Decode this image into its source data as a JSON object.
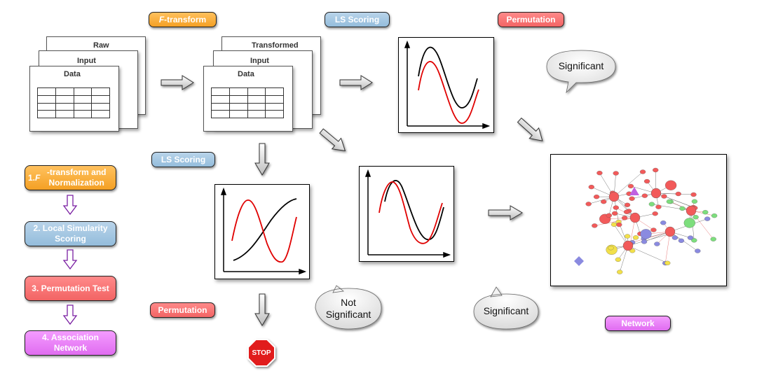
{
  "labels": {
    "f_transform": "F-transform",
    "f_transform_italic": "F",
    "f_transform_rest": "-transform",
    "ls_scoring_top": "LS Scoring",
    "permutation_top": "Permutation",
    "ls_scoring_left": "LS Scoring",
    "permutation_bottom": "Permutation",
    "network": "Network"
  },
  "raw_sheets": {
    "line1": "Raw",
    "line2": "Input",
    "line3": "Data"
  },
  "transformed_sheets": {
    "line1": "Transformed",
    "line2": "Input",
    "line3": "Data"
  },
  "bubbles": {
    "top_significant": "Significant",
    "not_significant_line1": "Not",
    "not_significant_line2": "Significant",
    "bottom_significant": "Significant"
  },
  "stop_sign": "STOP",
  "steps": [
    {
      "prefix": "1. ",
      "italic": "F",
      "text": "-transform and Normalization"
    },
    {
      "prefix": "",
      "italic": "",
      "text": "2. Local Simularity Scoring"
    },
    {
      "prefix": "",
      "italic": "",
      "text": "3. Permutation Test"
    },
    {
      "prefix": "",
      "italic": "",
      "text": "4. Association Network"
    }
  ],
  "colors": {
    "orange": "#f4a024",
    "blue": "#93bcdb",
    "red": "#f26464",
    "purple": "#e06cf0",
    "curve_red": "#e00000",
    "curve_black": "#000000",
    "step_arrow": "#7a1fa2"
  }
}
